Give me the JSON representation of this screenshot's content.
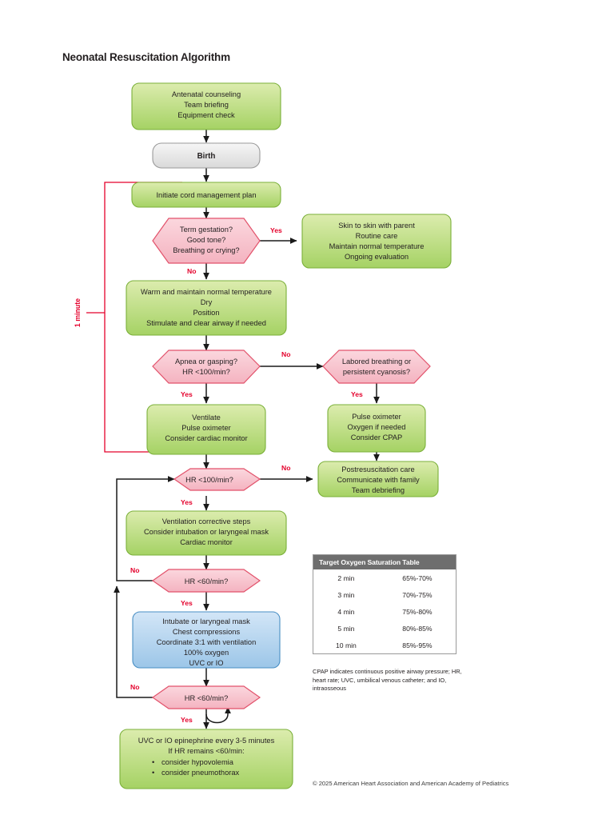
{
  "title": "Neonatal Resuscitation Algorithm",
  "chart_data": {
    "type": "diagram",
    "title": "Neonatal Resuscitation Algorithm",
    "diagram_kind": "clinical-flowchart"
  },
  "nodes": {
    "antenatal": {
      "lines": [
        "Antenatal counseling",
        "Team briefing",
        "Equipment check"
      ],
      "shape": "rounded-rect",
      "color": "green"
    },
    "birth": {
      "lines": [
        "Birth"
      ],
      "shape": "rounded-rect",
      "color": "gray"
    },
    "cord": {
      "lines": [
        "Initiate cord management plan"
      ],
      "shape": "rounded-rect",
      "color": "green"
    },
    "term": {
      "lines": [
        "Term gestation?",
        "Good tone?",
        "Breathing or crying?"
      ],
      "shape": "hexagon",
      "color": "pink"
    },
    "routine": {
      "lines": [
        "Skin to skin with parent",
        "Routine care",
        "Maintain normal temperature",
        "Ongoing evaluation"
      ],
      "shape": "rounded-rect",
      "color": "green"
    },
    "warm": {
      "lines": [
        "Warm and maintain normal temperature",
        "Dry",
        "Position",
        "Stimulate and clear airway if needed"
      ],
      "shape": "rounded-rect",
      "color": "green"
    },
    "apnea": {
      "lines": [
        "Apnea or gasping?",
        "HR <100/min?"
      ],
      "shape": "hexagon",
      "color": "pink"
    },
    "labored": {
      "lines": [
        "Labored breathing or",
        "persistent cyanosis?"
      ],
      "shape": "hexagon",
      "color": "pink"
    },
    "ventilate": {
      "lines": [
        "Ventilate",
        "Pulse oximeter",
        "Consider cardiac monitor"
      ],
      "shape": "rounded-rect",
      "color": "green"
    },
    "pulseox": {
      "lines": [
        "Pulse oximeter",
        "Oxygen if needed",
        "Consider CPAP"
      ],
      "shape": "rounded-rect",
      "color": "green"
    },
    "hr100": {
      "lines": [
        "HR <100/min?"
      ],
      "shape": "hexagon",
      "color": "pink"
    },
    "postresus": {
      "lines": [
        "Postresuscitation care",
        "Communicate with family",
        "Team debriefing"
      ],
      "shape": "rounded-rect",
      "color": "green"
    },
    "corrective": {
      "lines": [
        "Ventilation corrective steps",
        "Consider intubation or laryngeal mask",
        "Cardiac monitor"
      ],
      "shape": "rounded-rect",
      "color": "green"
    },
    "hr60a": {
      "lines": [
        "HR <60/min?"
      ],
      "shape": "hexagon",
      "color": "pink"
    },
    "compress": {
      "lines": [
        "Intubate or laryngeal mask",
        "Chest compressions",
        "Coordinate 3:1 with ventilation",
        "100% oxygen",
        "UVC or IO"
      ],
      "shape": "rounded-rect",
      "color": "blue"
    },
    "hr60b": {
      "lines": [
        "HR <60/min?"
      ],
      "shape": "hexagon",
      "color": "pink"
    },
    "epi": {
      "lines": [
        "UVC or IO epinephrine every 3-5 minutes",
        "If HR remains <60/min:"
      ],
      "bullets": [
        "consider hypovolemia",
        "consider pneumothorax"
      ],
      "shape": "rounded-rect",
      "color": "green"
    }
  },
  "edge_labels": {
    "term_yes": "Yes",
    "term_no": "No",
    "apnea_no": "No",
    "apnea_yes": "Yes",
    "labored_yes": "Yes",
    "hr100_no": "No",
    "hr100_yes": "Yes",
    "hr60a_no": "No",
    "hr60a_yes": "Yes",
    "hr60b_no": "No",
    "hr60b_yes": "Yes"
  },
  "bracket_label": "1 minute",
  "table": {
    "header": "Target Oxygen Saturation Table",
    "rows": [
      {
        "time": "2 min",
        "range": "65%-70%"
      },
      {
        "time": "3 min",
        "range": "70%-75%"
      },
      {
        "time": "4 min",
        "range": "75%-80%"
      },
      {
        "time": "5 min",
        "range": "80%-85%"
      },
      {
        "time": "10 min",
        "range": "85%-95%"
      }
    ]
  },
  "footnote": "CPAP indicates continuous positive airway pressure; HR, heart rate; UVC, umbilical venous catheter; and IO, intraosseous",
  "copyright": "© 2025 American Heart Association and American Academy of Pediatrics",
  "colors": {
    "green_top": "#d8eaa6",
    "green_bottom": "#a5d264",
    "green_border": "#7bb03a",
    "pink_fill": "#f8c3cd",
    "pink_border": "#e2526b",
    "blue_top": "#cfe3f5",
    "blue_bottom": "#9cc6e8",
    "blue_border": "#4a8fc4",
    "gray_top": "#f4f4f4",
    "gray_bottom": "#dcdcdc",
    "gray_border": "#9a9a9a",
    "accent_red": "#e4002b",
    "line": "#1a1a1a",
    "table_header_bg": "#6e6e6e"
  }
}
